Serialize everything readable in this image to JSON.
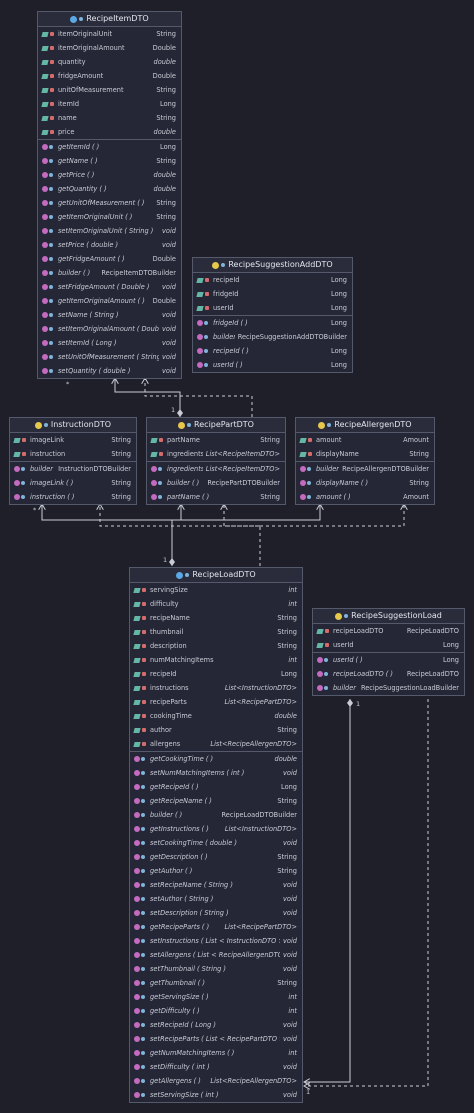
{
  "classes": {
    "recipe_item": {
      "title": "RecipeItemDTO",
      "fields": [
        {
          "name": "itemOriginalUnit",
          "type": "String",
          "italic": false
        },
        {
          "name": "itemOriginalAmount",
          "type": "Double",
          "italic": false
        },
        {
          "name": "quantity",
          "type": "double",
          "italic": true
        },
        {
          "name": "fridgeAmount",
          "type": "Double",
          "italic": false
        },
        {
          "name": "unitOfMeasurement",
          "type": "String",
          "italic": false
        },
        {
          "name": "itemId",
          "type": "Long",
          "italic": false
        },
        {
          "name": "name",
          "type": "String",
          "italic": false
        },
        {
          "name": "price",
          "type": "double",
          "italic": true
        }
      ],
      "methods": [
        {
          "name": "getItemId",
          "params": "( )",
          "type": "Long",
          "italic": false
        },
        {
          "name": "getName",
          "params": "( )",
          "type": "String",
          "italic": false
        },
        {
          "name": "getPrice",
          "params": "( )",
          "type": "double",
          "italic": true
        },
        {
          "name": "getQuantity",
          "params": "( )",
          "type": "double",
          "italic": true
        },
        {
          "name": "getUnitOfMeasurement",
          "params": "( )",
          "type": "String",
          "italic": false
        },
        {
          "name": "getItemOriginalUnit",
          "params": "( )",
          "type": "String",
          "italic": false
        },
        {
          "name": "setItemOriginalUnit",
          "params": "( String )",
          "type": "void",
          "italic": true
        },
        {
          "name": "setPrice",
          "params": "( double )",
          "type": "void",
          "italic": true
        },
        {
          "name": "getFridgeAmount",
          "params": "( )",
          "type": "Double",
          "italic": false
        },
        {
          "name": "builder",
          "params": "( )",
          "type": "RecipeItemDTOBuilder",
          "italic": false
        },
        {
          "name": "setFridgeAmount",
          "params": "( Double )",
          "type": "void",
          "italic": true
        },
        {
          "name": "getItemOriginalAmount",
          "params": "( )",
          "type": "Double",
          "italic": false
        },
        {
          "name": "setName",
          "params": "( String )",
          "type": "void",
          "italic": true
        },
        {
          "name": "setItemOriginalAmount",
          "params": "( Double )",
          "type": "void",
          "italic": true
        },
        {
          "name": "setItemId",
          "params": "( Long )",
          "type": "void",
          "italic": true
        },
        {
          "name": "setUnitOfMeasurement",
          "params": "( String )",
          "type": "void",
          "italic": true
        },
        {
          "name": "setQuantity",
          "params": "( double )",
          "type": "void",
          "italic": true
        }
      ]
    },
    "recipe_suggestion_add": {
      "title": "RecipeSuggestionAddDTO",
      "fields": [
        {
          "name": "recipeId",
          "type": "Long",
          "italic": false
        },
        {
          "name": "fridgeId",
          "type": "Long",
          "italic": false
        },
        {
          "name": "userId",
          "type": "Long",
          "italic": false
        }
      ],
      "methods": [
        {
          "name": "fridgeId",
          "params": "( )",
          "type": "Long",
          "italic": false
        },
        {
          "name": "builder",
          "params": "( )",
          "type": "RecipeSuggestionAddDTOBuilder",
          "italic": false
        },
        {
          "name": "recipeId",
          "params": "( )",
          "type": "Long",
          "italic": false
        },
        {
          "name": "userId",
          "params": "( )",
          "type": "Long",
          "italic": false
        }
      ]
    },
    "instruction": {
      "title": "InstructionDTO",
      "fields": [
        {
          "name": "imageLink",
          "type": "String",
          "italic": false
        },
        {
          "name": "instruction",
          "type": "String",
          "italic": false
        }
      ],
      "methods": [
        {
          "name": "builder",
          "params": "( )",
          "type": "InstructionDTOBuilder",
          "italic": false
        },
        {
          "name": "imageLink",
          "params": "( )",
          "type": "String",
          "italic": false
        },
        {
          "name": "instruction",
          "params": "( )",
          "type": "String",
          "italic": false
        }
      ]
    },
    "recipe_part": {
      "title": "RecipePartDTO",
      "fields": [
        {
          "name": "partName",
          "type": "String",
          "italic": false
        },
        {
          "name": "ingredients",
          "type": "List<RecipeItemDTO>",
          "italic": true
        }
      ],
      "methods": [
        {
          "name": "ingredients",
          "params": "( )",
          "type": "List<RecipeItemDTO>",
          "italic": true
        },
        {
          "name": "builder",
          "params": "( )",
          "type": "RecipePartDTOBuilder",
          "italic": false
        },
        {
          "name": "partName",
          "params": "( )",
          "type": "String",
          "italic": false
        }
      ]
    },
    "recipe_allergen": {
      "title": "RecipeAllergenDTO",
      "fields": [
        {
          "name": "amount",
          "type": "Amount",
          "italic": false
        },
        {
          "name": "displayName",
          "type": "String",
          "italic": false
        }
      ],
      "methods": [
        {
          "name": "builder",
          "params": "( )",
          "type": "RecipeAllergenDTOBuilder",
          "italic": false
        },
        {
          "name": "displayName",
          "params": "( )",
          "type": "String",
          "italic": false
        },
        {
          "name": "amount",
          "params": "( )",
          "type": "Amount",
          "italic": false
        }
      ]
    },
    "recipe_load": {
      "title": "RecipeLoadDTO",
      "fields": [
        {
          "name": "servingSize",
          "type": "int",
          "italic": true
        },
        {
          "name": "difficulty",
          "type": "int",
          "italic": true
        },
        {
          "name": "recipeName",
          "type": "String",
          "italic": false
        },
        {
          "name": "thumbnail",
          "type": "String",
          "italic": false
        },
        {
          "name": "description",
          "type": "String",
          "italic": false
        },
        {
          "name": "numMatchingItems",
          "type": "int",
          "italic": true
        },
        {
          "name": "recipeId",
          "type": "Long",
          "italic": false
        },
        {
          "name": "instructions",
          "type": "List<InstructionDTO>",
          "italic": true
        },
        {
          "name": "recipeParts",
          "type": "List<RecipePartDTO>",
          "italic": true
        },
        {
          "name": "cookingTime",
          "type": "double",
          "italic": true
        },
        {
          "name": "author",
          "type": "String",
          "italic": false
        },
        {
          "name": "allergens",
          "type": "List<RecipeAllergenDTO>",
          "italic": true
        }
      ],
      "methods": [
        {
          "name": "getCookingTime",
          "params": "( )",
          "type": "double",
          "italic": true
        },
        {
          "name": "setNumMatchingItems",
          "params": "( int )",
          "type": "void",
          "italic": true
        },
        {
          "name": "getRecipeId",
          "params": "( )",
          "type": "Long",
          "italic": false
        },
        {
          "name": "getRecipeName",
          "params": "( )",
          "type": "String",
          "italic": false
        },
        {
          "name": "builder",
          "params": "( )",
          "type": "RecipeLoadDTOBuilder",
          "italic": false
        },
        {
          "name": "getInstructions",
          "params": "( )",
          "type": "List<InstructionDTO>",
          "italic": true
        },
        {
          "name": "setCookingTime",
          "params": "( double )",
          "type": "void",
          "italic": true
        },
        {
          "name": "getDescription",
          "params": "( )",
          "type": "String",
          "italic": false
        },
        {
          "name": "getAuthor",
          "params": "( )",
          "type": "String",
          "italic": false
        },
        {
          "name": "setRecipeName",
          "params": "( String )",
          "type": "void",
          "italic": true
        },
        {
          "name": "setAuthor",
          "params": "( String )",
          "type": "void",
          "italic": true
        },
        {
          "name": "setDescription",
          "params": "( String )",
          "type": "void",
          "italic": true
        },
        {
          "name": "getRecipeParts",
          "params": "( )",
          "type": "List<RecipePartDTO>",
          "italic": true
        },
        {
          "name": "setInstructions",
          "params": "( List < InstructionDTO > )",
          "type": "void",
          "italic": true
        },
        {
          "name": "setAllergens",
          "params": "( List < RecipeAllergenDTO > )",
          "type": "void",
          "italic": true
        },
        {
          "name": "setThumbnail",
          "params": "( String )",
          "type": "void",
          "italic": true
        },
        {
          "name": "getThumbnail",
          "params": "( )",
          "type": "String",
          "italic": false
        },
        {
          "name": "getServingSize",
          "params": "( )",
          "type": "int",
          "italic": true
        },
        {
          "name": "getDifficulty",
          "params": "( )",
          "type": "int",
          "italic": true
        },
        {
          "name": "setRecipeId",
          "params": "( Long )",
          "type": "void",
          "italic": true
        },
        {
          "name": "setRecipeParts",
          "params": "( List < RecipePartDTO > )",
          "type": "void",
          "italic": true
        },
        {
          "name": "getNumMatchingItems",
          "params": "( )",
          "type": "int",
          "italic": true
        },
        {
          "name": "setDifficulty",
          "params": "( int )",
          "type": "void",
          "italic": true
        },
        {
          "name": "getAllergens",
          "params": "( )",
          "type": "List<RecipeAllergenDTO>",
          "italic": true
        },
        {
          "name": "setServingSize",
          "params": "( int )",
          "type": "void",
          "italic": true
        }
      ]
    },
    "recipe_suggestion_load": {
      "title": "RecipeSuggestionLoad",
      "fields": [
        {
          "name": "recipeLoadDTO",
          "type": "RecipeLoadDTO",
          "italic": false
        },
        {
          "name": "userId",
          "type": "Long",
          "italic": false
        }
      ],
      "methods": [
        {
          "name": "userId",
          "params": "( )",
          "type": "Long",
          "italic": false
        },
        {
          "name": "recipeLoadDTO",
          "params": "( )",
          "type": "RecipeLoadDTO",
          "italic": false
        },
        {
          "name": "builder",
          "params": "( )",
          "type": "RecipeSuggestionLoadBuilder",
          "italic": false
        }
      ]
    }
  },
  "multiplicities": {
    "item_star": "*",
    "item_one": "1",
    "instr_star": "*",
    "load_one": "1",
    "sugg_one": "1",
    "load_bottom_one": "1"
  },
  "colors": {
    "background": "#1e1f29",
    "box": "#252736",
    "border": "#55596c",
    "lines": "#c9ccd6"
  }
}
